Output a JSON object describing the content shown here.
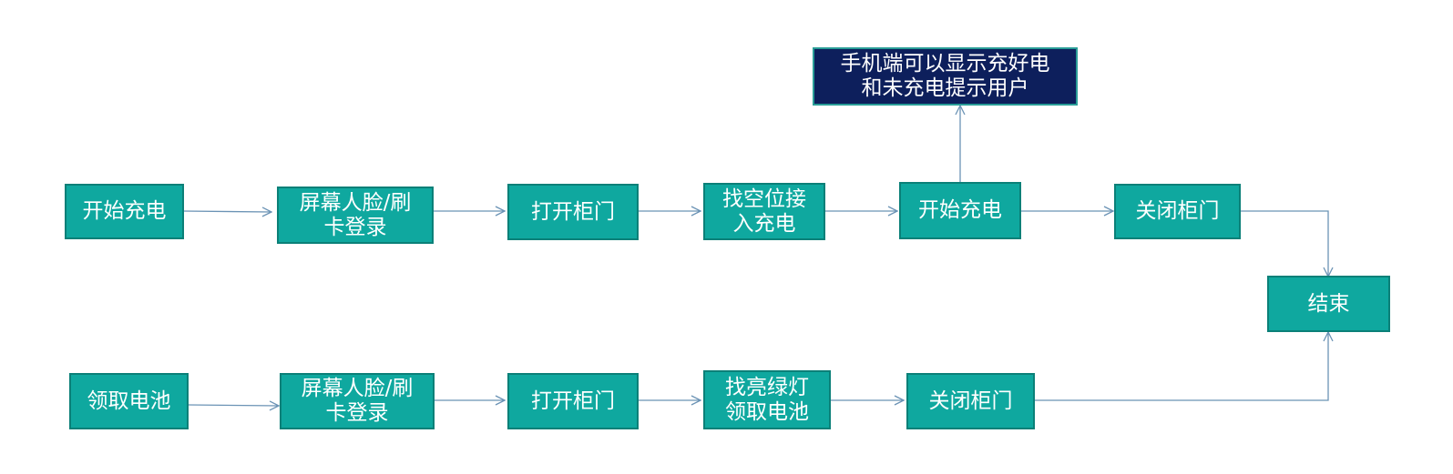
{
  "nodes": {
    "r1_start": "开始充电",
    "r1_login": "屏幕人脸/刷\n卡登录",
    "r1_open": "打开柜门",
    "r1_find": "找空位接\n入充电",
    "r1_charge": "开始充电",
    "r1_close": "关闭柜门",
    "notify": "手机端可以显示充好电\n和未充电提示用户",
    "end": "结束",
    "r2_start": "领取电池",
    "r2_login": "屏幕人脸/刷\n卡登录",
    "r2_open": "打开柜门",
    "r2_find": "找亮绿灯\n领取电池",
    "r2_close": "关闭柜门"
  },
  "colors": {
    "node_fill": "#0fa89f",
    "node_border": "#0b8078",
    "notify_fill": "#0d1f5c",
    "connector": "#6b93b5"
  }
}
